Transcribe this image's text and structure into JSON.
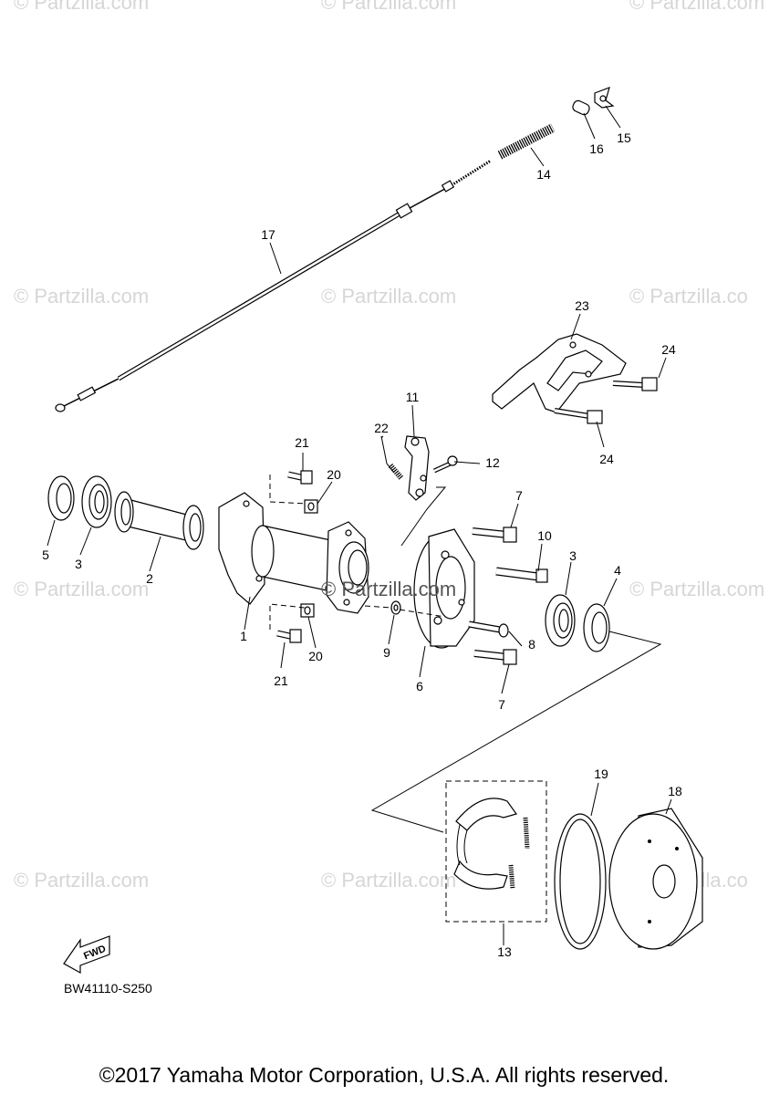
{
  "watermarks": [
    "© Partzilla.com",
    "© Partzilla.com",
    "© Partzilla.com",
    "© Partzilla.com",
    "© Partzilla.com",
    "© Partzilla.co",
    "© Partzilla.com",
    "© Partzilla.com",
    "© Partzilla.com",
    "© Partzilla.com",
    "© Partzilla.co"
  ],
  "callouts": [
    "17",
    "14",
    "16",
    "15",
    "23",
    "24",
    "24",
    "11",
    "22",
    "12",
    "21",
    "20",
    "5",
    "3",
    "2",
    "1",
    "20",
    "21",
    "7",
    "10",
    "3",
    "4",
    "9",
    "8",
    "6",
    "7",
    "19",
    "18",
    "13"
  ],
  "fwd_label": "FWD",
  "diagram_code": "BW41110-S250",
  "copyright": "©2017 Yamaha Motor Corporation, U.S.A. All rights reserved."
}
